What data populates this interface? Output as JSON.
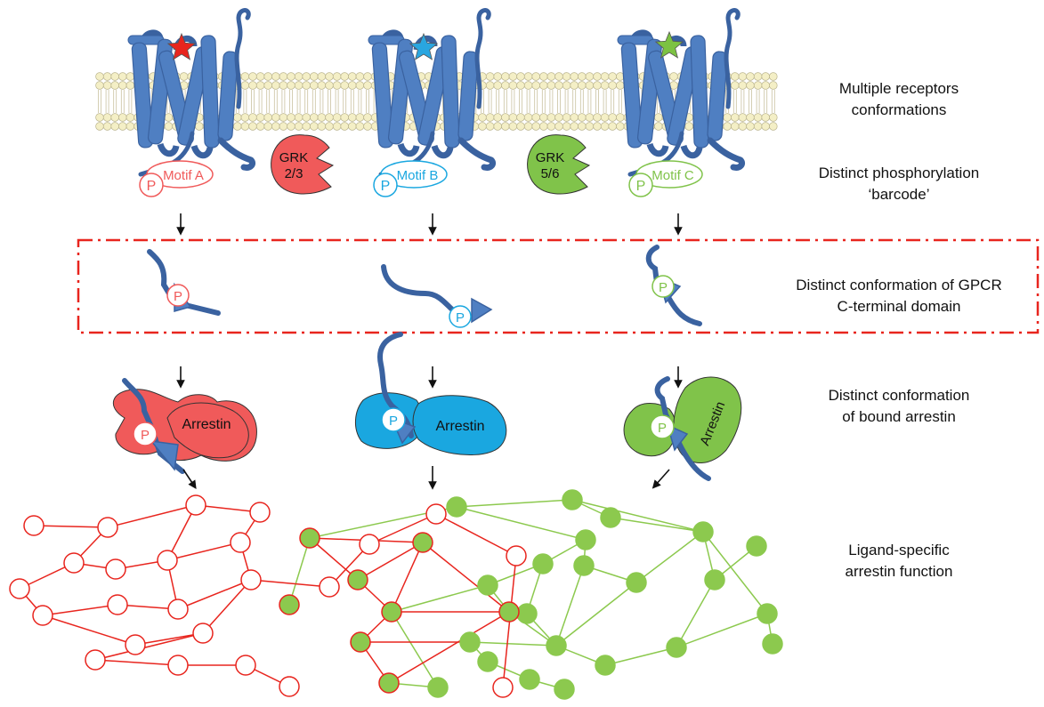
{
  "captions": {
    "receptors": [
      "Multiple receptors",
      "conformations"
    ],
    "barcode": [
      "Distinct phosphorylation",
      "‘barcode’"
    ],
    "cterminal": [
      "Distinct conformation of GPCR",
      "C-terminal domain"
    ],
    "arrestin_conf": [
      "Distinct conformation",
      "of bound arrestin"
    ],
    "function": [
      "Ligand-specific",
      "arrestin function"
    ]
  },
  "receptors": [
    {
      "motif": "Motif A",
      "phospho": "P",
      "arrestin": "Arrestin",
      "color": "#f05a5a",
      "star_color": "#e8251e"
    },
    {
      "motif": "Motif B",
      "phospho": "P",
      "arrestin": "Arrestin",
      "color": "#1aa7e0",
      "star_color": "#29a6e0"
    },
    {
      "motif": "Motif C",
      "phospho": "P",
      "arrestin": "Arrestin",
      "color": "#80c34a",
      "star_color": "#7cc242"
    }
  ],
  "kinases": [
    {
      "line1": "GRK",
      "line2": "2/3",
      "color": "#f05a5a"
    },
    {
      "line1": "GRK",
      "line2": "5/6",
      "color": "#80c34a"
    }
  ],
  "colors": {
    "helix": "#4f7fc2",
    "helix_stroke": "#3a62a0",
    "membrane_head": "#f4efc6",
    "dash_box": "#e8251e",
    "red_network": "#e8251e",
    "green_network": "#8cc94e"
  }
}
